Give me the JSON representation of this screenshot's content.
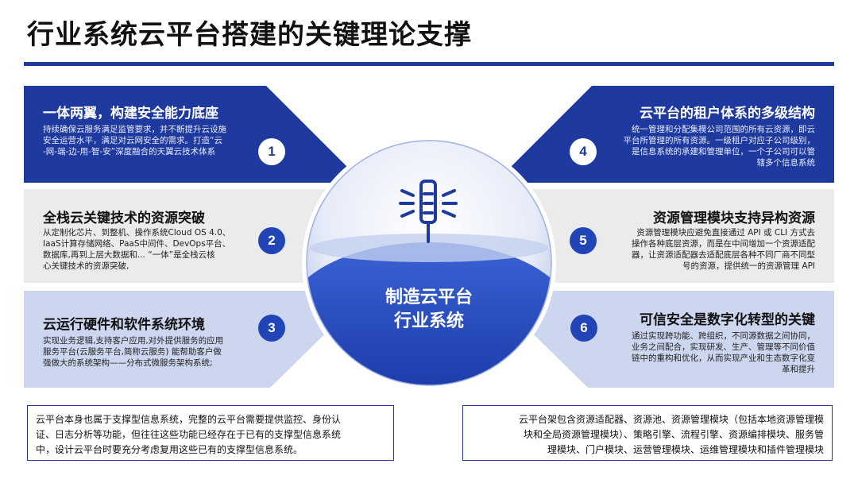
{
  "title": "行业系统云平台搭建的关键理论支撑",
  "center": {
    "line1": "制造云平台",
    "line2": "行业系统"
  },
  "colors": {
    "primary": "#1e3a9e",
    "accent": "#2144b6",
    "gray_panel": "#ebebeb",
    "light_panel": "#ccd6ef"
  },
  "left_panels": [
    {
      "number": "1",
      "title": "一体两翼，构建安全能力底座",
      "lines": [
        "持续确保云服务满足监管要求，并不断提升云设施",
        "安全运营水平，满足对云网安全的需求。打造“云",
        "-网-端-边-用-智-安”深度融合的天翼云技术体系"
      ]
    },
    {
      "number": "2",
      "title": "全栈云关键技术的资源突破",
      "lines": [
        "从定制化芯片、到整机、操作系统Cloud OS 4.0、",
        "IaaS计算存储网络、PaaS中间件、DevOps平台、",
        "数据库,再到上层大数据和... “一体”是全栈云核",
        "心关键技术的资源突破,"
      ]
    },
    {
      "number": "3",
      "title": "云运行硬件和软件系统环境",
      "lines": [
        "实现业务逻辑,支持客户应用,对外提供服务的应用",
        "服务平台(云服务平台,简称云服务) 能帮助客户做",
        "强做大的系统架构——分布式微服务架构系统;"
      ]
    }
  ],
  "right_panels": [
    {
      "number": "4",
      "title": "云平台的租户体系的多级结构",
      "lines": [
        "统一管理和分配集模公司范围的所有云资源，即云",
        "平台所管理的所有资源。一级租户对应子公司级别，",
        "是信息系统的承建和管理单位，一个子公司可以管",
        "辖多个信息系统"
      ]
    },
    {
      "number": "5",
      "title": "资源管理模块支持异构资源",
      "lines": [
        "资源管理模块应避免直接通过 API 或 CLI 方式去",
        "操作各种底层资源，而是在中间增加一个资源适配",
        "器，让资源适配器去适配底层各种不同厂商不同型",
        "号的资源，提供统一的资源管理 API"
      ]
    },
    {
      "number": "6",
      "title": "可信安全是数字化转型的关键",
      "lines": [
        "通过实现跨功能、跨组织，不同源数据之间协同，",
        "业务之间配合，实现研发、生产、管理等不同价值",
        "链中的重构和优化，从而实现产业和生态数字化变",
        "革和提升"
      ]
    }
  ],
  "notes": {
    "left": [
      "云平台本身也属于支撑型信息系统，完整的云平台需要提供监控、身份认",
      "证、日志分析等功能，但往往这些功能已经存在于已有的支撑型信息系统",
      "中，设计云平台时要充分考虑复用这些已有的支撑型信息系统。"
    ],
    "right": [
      "云平台架包含资源适配器、资源池、资源管理模块（包括本地资源管理模",
      "块和全局资源管理模块）、策略引擎、流程引擎、资源编排模块、服务管",
      "理模块、门户模块、运营管理模块、运维管理模块和插件管理模块"
    ]
  }
}
